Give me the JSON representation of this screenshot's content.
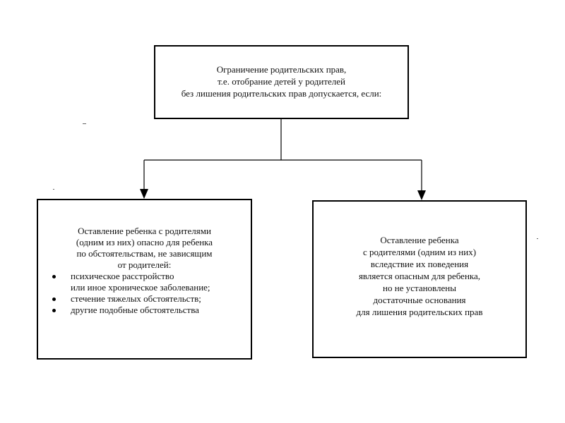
{
  "top_box": {
    "lines": [
      "Ограничение родительских прав,",
      "т.е. отобрание детей у родителей",
      "без лишения родительских прав допускается, если:"
    ]
  },
  "left_box": {
    "intro_lines": [
      "Оставление ребенка с родителями",
      "(одним из них) опасно для ребенка",
      "по обстоятельствам, не зависящим",
      "от родителей:"
    ],
    "bullets": [
      {
        "lines": [
          "психическое расстройство",
          "или иное хроническое заболевание;"
        ]
      },
      {
        "lines": [
          "стечение тяжелых обстоятельств;"
        ]
      },
      {
        "lines": [
          "другие подобные обстоятельства"
        ]
      }
    ]
  },
  "right_box": {
    "lines": [
      "Оставление ребенка",
      "с родителями (одним из них)",
      "вследствие их поведения",
      "является опасным для ребенка,",
      "но не установлены",
      "достаточные основания",
      "для лишения родительских прав"
    ]
  },
  "colors": {
    "line": "#000000",
    "text": "#111111",
    "background": "#ffffff"
  }
}
